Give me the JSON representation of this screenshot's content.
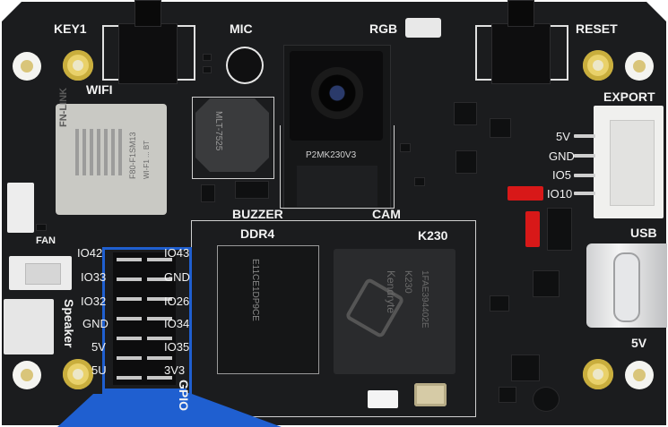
{
  "board": {
    "labels": {
      "key1": "KEY1",
      "wifi": "WIFI",
      "mic": "MIC",
      "rgb": "RGB",
      "reset": "RESET",
      "export": "EXPORT",
      "usb": "USB",
      "five_v_bottom": "5V",
      "buzzer": "BUZZER",
      "cam": "CAM",
      "ddr4": "DDR4",
      "k230": "K230",
      "fan": "FAN",
      "speaker": "Speaker",
      "gpio": "GPIO"
    },
    "export_pins": [
      "5V",
      "GND",
      "IO5",
      "IO10"
    ],
    "gpio_left": [
      "IO42",
      "IO33",
      "IO32",
      "GND",
      "5V",
      "5U"
    ],
    "gpio_right": [
      "IO43",
      "GND",
      "IO26",
      "IO34",
      "IO35",
      "3V3"
    ],
    "camera_marking": "P2MK230V3",
    "wifi_module_brand": "FN-LINK",
    "wifi_module_model": "F80-F1SM13",
    "wifi_module_sub": "WI-F1 ... BT",
    "soc_brand": "Kendryte",
    "soc_model": "K230",
    "soc_code": "1FAE394402E",
    "ddr_marking": "E11CE1DP9CE",
    "buzzer_marking": "MLT-7525",
    "colors": {
      "pcb": "#1b1c1e",
      "silkscreen": "#f2f2f2",
      "gold_pad": "#e9d16a",
      "gpio_highlight": "#1f5fd0",
      "red_component": "#d81818"
    }
  }
}
